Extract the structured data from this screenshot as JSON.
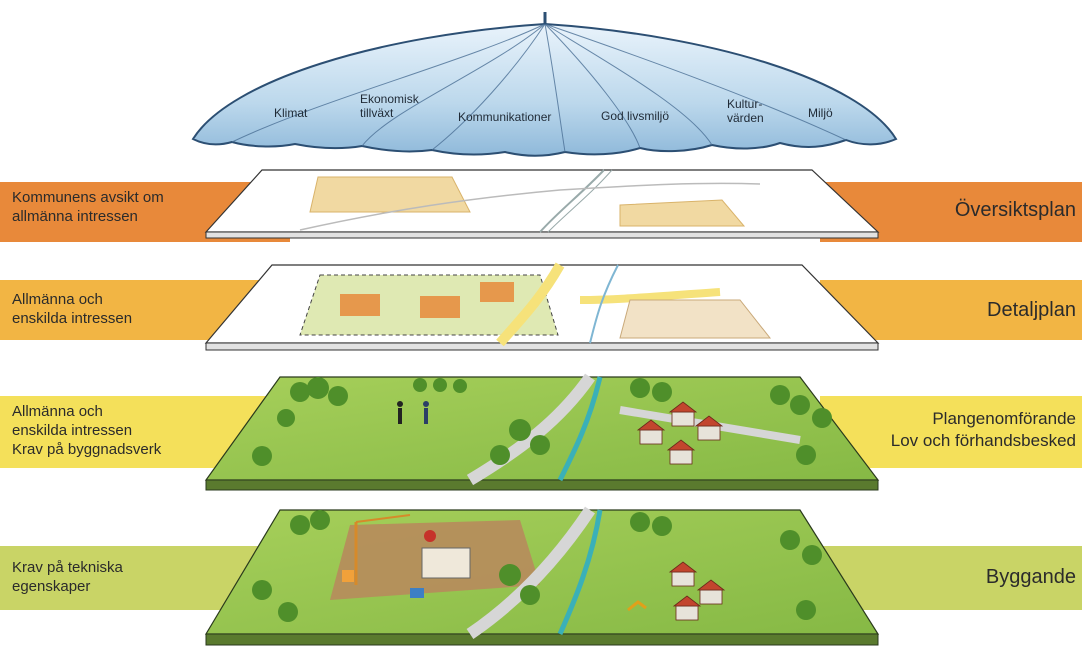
{
  "umbrella": {
    "segments": [
      {
        "label": "Klimat"
      },
      {
        "label": "Ekonomisk\ntillväxt"
      },
      {
        "label": "Kommunikationer"
      },
      {
        "label": "God livsmiljö"
      },
      {
        "label": "Kultur-\nvärden"
      },
      {
        "label": "Miljö"
      }
    ]
  },
  "layers": [
    {
      "left_label": "Kommunens avsikt om\nallmänna intressen",
      "right_label": "Översiktsplan",
      "left_color": "#e8893a",
      "right_color": "#e8893a"
    },
    {
      "left_label": "Allmänna och\nenskilda intressen",
      "right_label": "Detaljplan",
      "left_color": "#f2b544",
      "right_color": "#f2b544"
    },
    {
      "left_label": "Allmänna och\nenskilda intressen\nKrav på byggnadsverk",
      "right_label": "Plangenomförande\nLov och förhandsbesked",
      "left_color": "#f4e05a",
      "right_color": "#f4e05a"
    },
    {
      "left_label": "Krav på tekniska\negenskaper",
      "right_label": "Byggande",
      "left_color": "#c9d466",
      "right_color": "#c9d466"
    }
  ]
}
